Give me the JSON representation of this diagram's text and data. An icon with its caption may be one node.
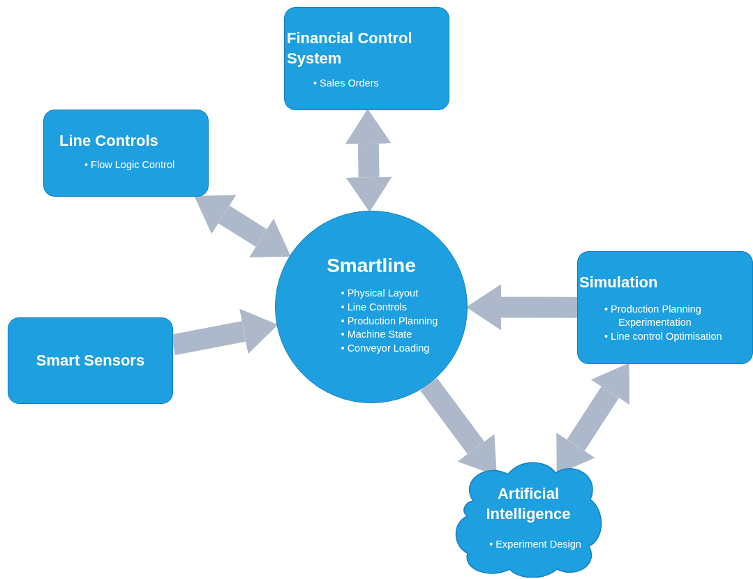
{
  "diagram": {
    "nodes": [
      {
        "text": [
          "Financial Control System",
          "• Sales Orders"
        ]
      },
      {
        "text": [
          "Line Controls",
          "• Flow Logic Control"
        ]
      },
      {
        "text": [
          "Smartline",
          "• Physical Layout",
          "• Line Controls",
          "• Production Planning",
          "• Machine State",
          "• Conveyor Loading"
        ]
      },
      {
        "text": [
          "Simulation",
          "• Production Planning Experimentation",
          "• Line control Optimisation"
        ]
      },
      {
        "text": [
          "Smart Sensors"
        ]
      },
      {
        "text": [
          "Artificial Intelligence",
          "• Experiment Design"
        ]
      }
    ],
    "edges": [
      {
        "from": 0,
        "to": 2,
        "arrow": "both"
      },
      {
        "from": 1,
        "to": 2,
        "arrow": "both"
      },
      {
        "from": 3,
        "to": 2,
        "arrow": "to"
      },
      {
        "from": 4,
        "to": 2,
        "arrow": "to"
      },
      {
        "from": 2,
        "to": 5,
        "arrow": "to"
      },
      {
        "from": 5,
        "to": 3,
        "arrow": "both"
      }
    ]
  }
}
